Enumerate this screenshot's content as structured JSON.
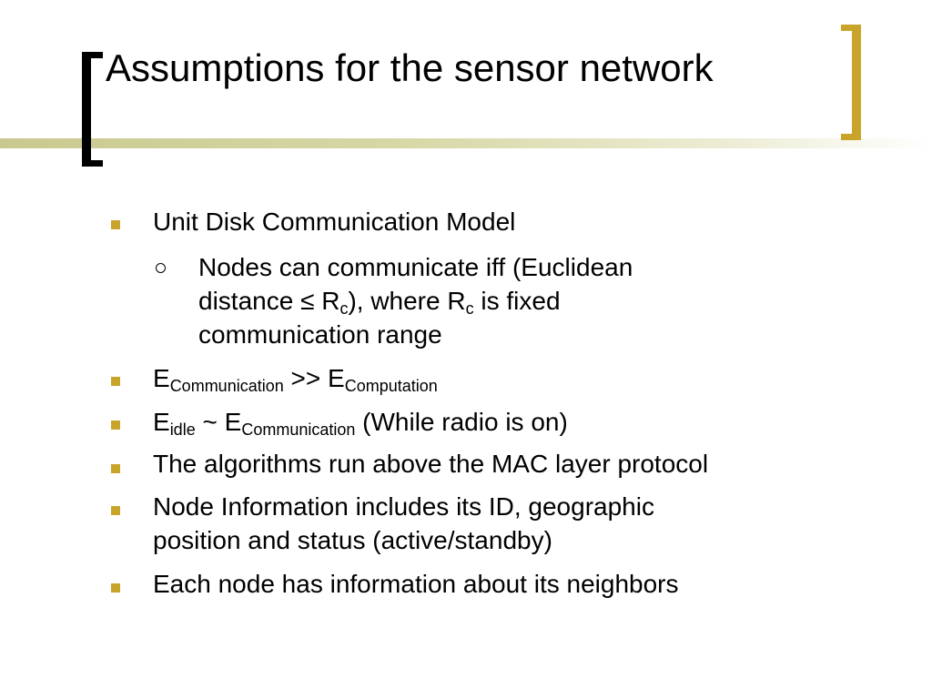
{
  "slide": {
    "title": "Assumptions for the sensor network",
    "colors": {
      "accent": "#c8a52a",
      "band": "#d8d8a8",
      "text": "#000000"
    },
    "items": [
      {
        "level": 1,
        "text": "Unit Disk Communication Model"
      },
      {
        "level": 2,
        "line1": "Nodes can communicate iff (Euclidean",
        "line2_a": "distance ≤ R",
        "line2_sub1": "c",
        "line2_b": "), where R",
        "line2_sub2": "c",
        "line2_c": " is fixed",
        "line3": "communication range"
      },
      {
        "level": 1,
        "e1": "E",
        "e1_sub": "Communication",
        "op": " >> ",
        "e2": "E",
        "e2_sub": "Computation"
      },
      {
        "level": 1,
        "e1": "E",
        "e1_sub": "idle",
        "op": " ~ ",
        "e2": "E",
        "e2_sub": "Communication",
        "tail": " (While radio is on)"
      },
      {
        "level": 1,
        "text": "The algorithms run above the MAC layer protocol"
      },
      {
        "level": 1,
        "line1": "Node Information includes its ID, geographic",
        "line2": "position and status (active/standby)"
      },
      {
        "level": 1,
        "text": "Each node has information about its neighbors"
      }
    ]
  }
}
